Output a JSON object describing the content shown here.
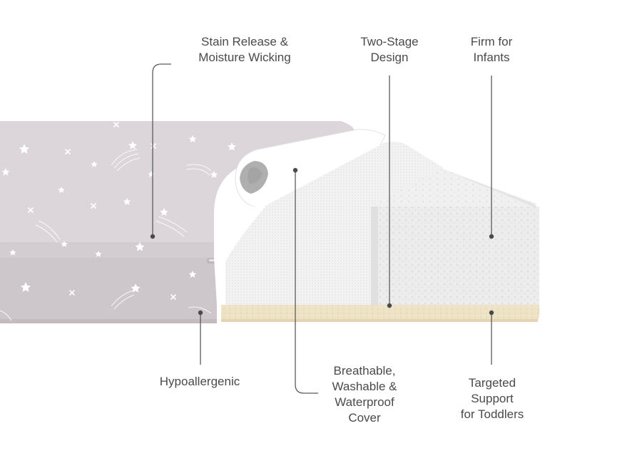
{
  "callouts": {
    "stain": {
      "line1": "Stain Release &",
      "line2": "Moisture Wicking"
    },
    "two_stage": {
      "line1": "Two-Stage",
      "line2": "Design"
    },
    "firm": {
      "line1": "Firm for",
      "line2": "Infants"
    },
    "hypo": {
      "line1": "Hypoallergenic"
    },
    "breathable": {
      "line1": "Breathable,",
      "line2": "Washable &",
      "line3": "Waterproof",
      "line4": "Cover"
    },
    "targeted": {
      "line1": "Targeted",
      "line2": "Support",
      "line3": "for Toddlers"
    }
  },
  "colors": {
    "cover_top": "#dcd6da",
    "cover_side": "#cfc8cd",
    "liner": "#f0f0f0",
    "foam": "#e9e9e9",
    "base": "#efe3c4",
    "line": "#5a5a5a",
    "text": "#4a4a4a"
  }
}
